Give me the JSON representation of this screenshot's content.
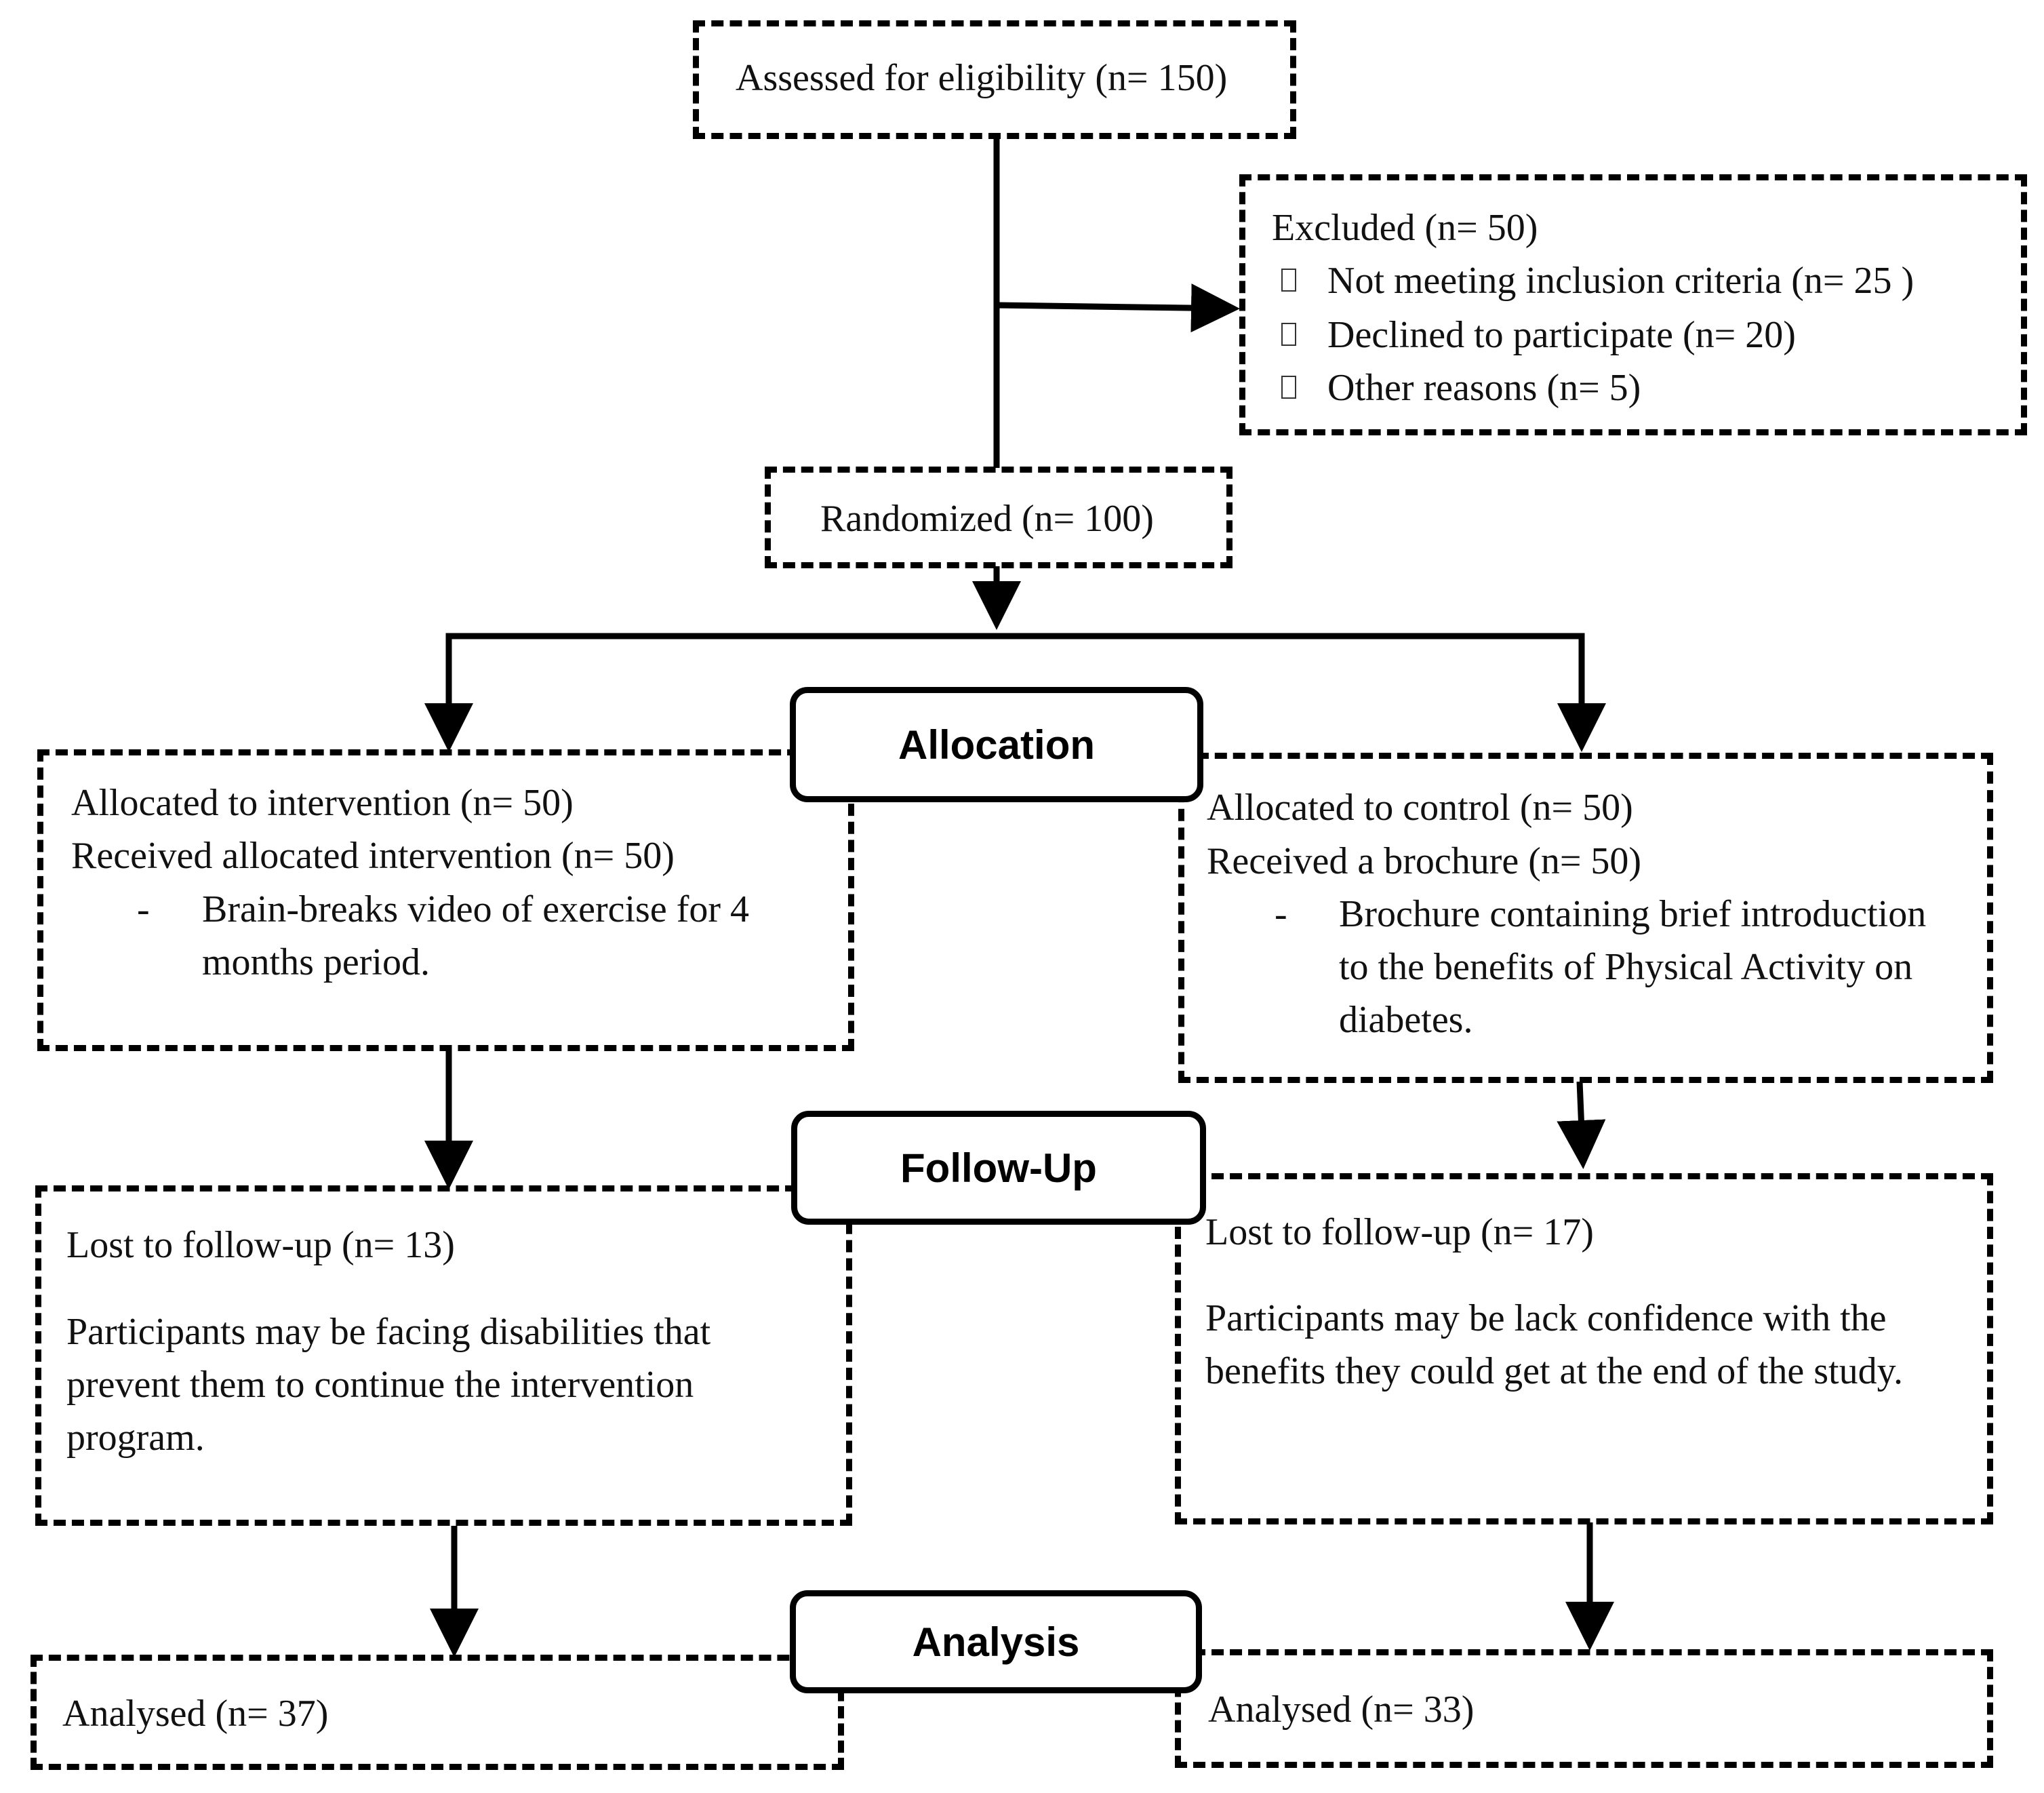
{
  "eligibility": {
    "text": "Assessed for eligibility (n= 150)"
  },
  "excluded": {
    "title": "Excluded (n= 50)",
    "reasons": [
      "Not meeting inclusion criteria (n= 25 )",
      "Declined to participate (n= 20)",
      "Other reasons (n= 5)"
    ]
  },
  "randomized": {
    "text": "Randomized (n= 100)"
  },
  "headers": {
    "allocation": "Allocation",
    "followup": "Follow-Up",
    "analysis": "Analysis"
  },
  "intervention": {
    "allocated": "Allocated to intervention (n= 50)",
    "received": "Received allocated intervention (n= 50)",
    "dash": "-",
    "detail_line1": "Brain-breaks video of exercise for 4",
    "detail_line2": "months period.",
    "lost": "Lost to follow-up (n= 13)",
    "lost_reason_line1": "Participants may be facing disabilities that",
    "lost_reason_line2": "prevent them to continue the intervention",
    "lost_reason_line3": "program.",
    "analysed": "Analysed (n= 37)"
  },
  "control": {
    "allocated": "Allocated to control (n= 50)",
    "received": "Received a brochure (n= 50)",
    "dash": "-",
    "detail_line1": "Brochure containing brief introduction",
    "detail_line2": "to the benefits of Physical Activity on",
    "detail_line3": "diabetes.",
    "lost": "Lost to follow-up (n= 17)",
    "lost_reason_line1": "Participants may be lack confidence with the",
    "lost_reason_line2": "benefits they could get at the end of the study.",
    "analysed": "Analysed (n= 33)"
  }
}
